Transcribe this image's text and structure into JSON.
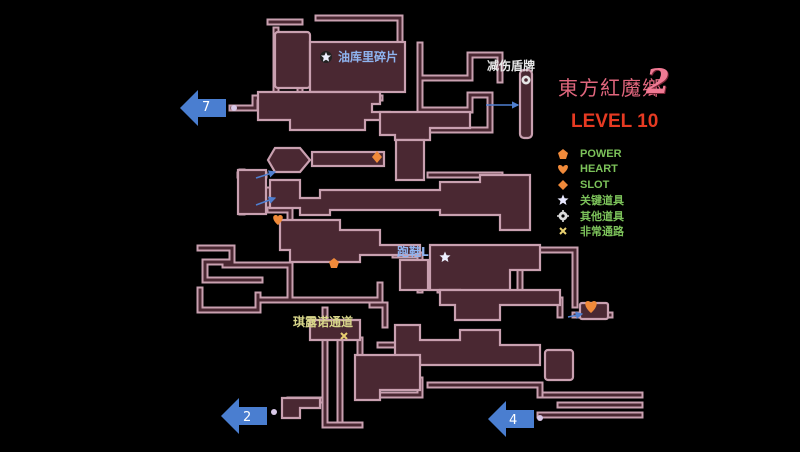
{
  "title": {
    "chinese": "東方紅魔鄉",
    "number": "2",
    "level": "LEVEL 10"
  },
  "labels": {
    "oil_fragment": "油库里碎片",
    "shield_card": "减伤盾牌",
    "running_shoes": "跑鞋L",
    "secret_passage": "琪露诺通道"
  },
  "exits": [
    {
      "name": "exit-7",
      "label": "7",
      "direction": "left"
    },
    {
      "name": "exit-2",
      "label": "2",
      "direction": "left"
    },
    {
      "name": "exit-4",
      "label": "4",
      "direction": "left"
    }
  ],
  "legend": [
    {
      "icon": "pentagon-icon",
      "color": "#f08a3a",
      "label": "POWER"
    },
    {
      "icon": "heart-icon",
      "color": "#f08a3a",
      "label": "HEART"
    },
    {
      "icon": "diamond-icon",
      "color": "#f08a3a",
      "label": "SLOT"
    },
    {
      "icon": "star-icon",
      "color": "#e8e8ff",
      "label": "关键道具"
    },
    {
      "icon": "gear-icon",
      "color": "#dddddd",
      "label": "其他道具"
    },
    {
      "icon": "cross-icon",
      "color": "#e8d070",
      "label": "非常通路"
    }
  ],
  "colors": {
    "wall": "#c9a0b0",
    "room": "#4a2832",
    "accent_arrow": "#4f7fd0",
    "level_red": "#e63a22",
    "legend_green": "#7cc25a"
  }
}
